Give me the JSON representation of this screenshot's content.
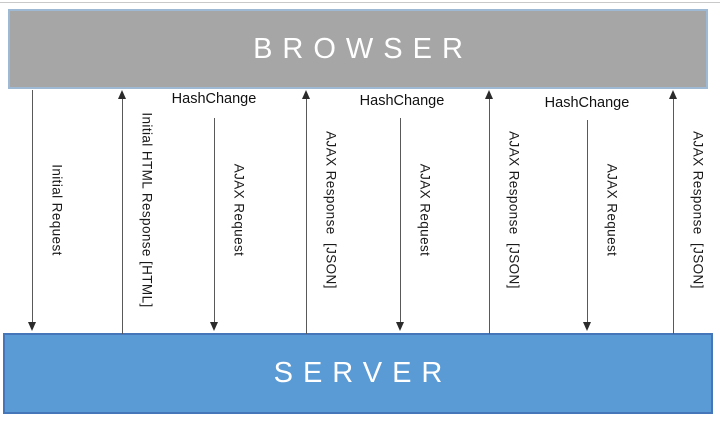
{
  "diagram": {
    "title": "Browser-Server AJAX sequence diagram",
    "browser_bar": {
      "label": "BROWSER",
      "fill_color": "#a6a6a6",
      "border_color": "#9eb9d4",
      "text_color": "#ffffff"
    },
    "server_bar": {
      "label": "SERVER",
      "fill_color": "#5b9bd5",
      "border_color": "#4576b9",
      "text_color": "#ffffff"
    },
    "arrow_color": "#595959",
    "label_color": "#191919",
    "arrows": [
      {
        "label": "Initial Request",
        "direction": "down"
      },
      {
        "label": "Initial HTML Response [HTML]",
        "direction": "up"
      },
      {
        "label": "AJAX Request",
        "direction": "down",
        "top_label": "HashChange"
      },
      {
        "label": "AJAX Response  [JSON]",
        "direction": "up"
      },
      {
        "label": "AJAX Request",
        "direction": "down",
        "top_label": "HashChange"
      },
      {
        "label": "AJAX Response  [JSON]",
        "direction": "up"
      },
      {
        "label": "AJAX Request",
        "direction": "down",
        "top_label": "HashChange"
      },
      {
        "label": "AJAX Response  [JSON]",
        "direction": "up"
      }
    ]
  }
}
